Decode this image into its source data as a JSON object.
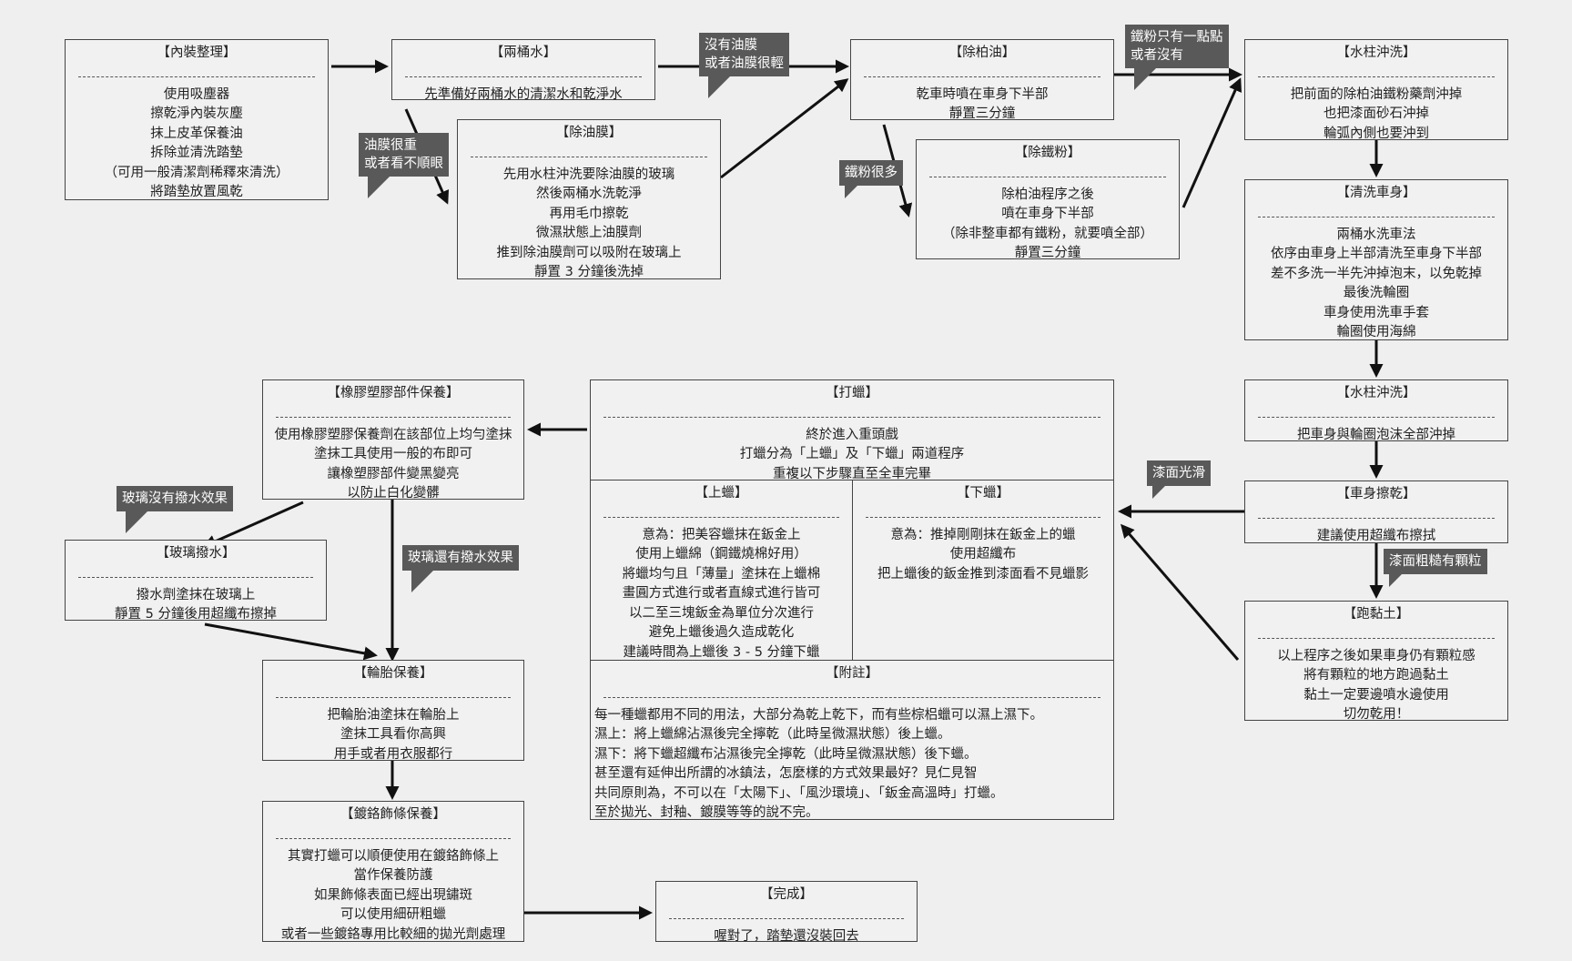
{
  "steps": {
    "interior": {
      "title": "【內裝整理】",
      "lines": [
        "使用吸塵器",
        "擦乾淨內裝灰塵",
        "抹上皮革保養油",
        "拆除並清洗踏墊",
        "（可用一般清潔劑稀釋來清洗）",
        "將踏墊放置風乾"
      ]
    },
    "two_buckets": {
      "title": "【兩桶水】",
      "lines": [
        "先準備好兩桶水的清潔水和乾淨水"
      ]
    },
    "oil_film": {
      "title": "【除油膜】",
      "lines": [
        "先用水柱沖洗要除油膜的玻璃",
        "然後兩桶水洗乾淨",
        "再用毛巾擦乾",
        "微濕狀態上油膜劑",
        "推到除油膜劑可以吸附在玻璃上",
        "靜置 3 分鐘後洗掉"
      ]
    },
    "tar": {
      "title": "【除柏油】",
      "lines": [
        "乾車時噴在車身下半部",
        "靜置三分鐘"
      ]
    },
    "iron": {
      "title": "【除鐵粉】",
      "lines": [
        "除柏油程序之後",
        "噴在車身下半部",
        "（除非整車都有鐵粉，就要噴全部）",
        "靜置三分鐘"
      ]
    },
    "rinse1": {
      "title": "【水柱沖洗】",
      "lines": [
        "把前面的除柏油鐵粉藥劑沖掉",
        "也把漆面砂石沖掉",
        "輪弧內側也要沖到"
      ]
    },
    "wash": {
      "title": "【清洗車身】",
      "lines": [
        "兩桶水洗車法",
        "依序由車身上半部清洗至車身下半部",
        "差不多洗一半先沖掉泡末，以免乾掉",
        "最後洗輪圈",
        "車身使用洗車手套",
        "輪圈使用海綿"
      ]
    },
    "rinse2": {
      "title": "【水柱沖洗】",
      "lines": [
        "把車身與輪圈泡沫全部沖掉"
      ]
    },
    "dry": {
      "title": "【車身擦乾】",
      "lines": [
        "建議使用超纖布擦拭"
      ]
    },
    "clay": {
      "title": "【跑黏土】",
      "lines": [
        "以上程序之後如果車身仍有顆粒感",
        "將有顆粒的地方跑過黏土",
        "黏土一定要邊噴水邊使用",
        "切勿乾用！"
      ]
    },
    "wax": {
      "title": "【打蠟】",
      "lines": [
        "終於進入重頭戲",
        "打蠟分為「上蠟」及「下蠟」兩道程序",
        "重複以下步驟直至全車完畢"
      ]
    },
    "wax_on": {
      "title": "【上蠟】",
      "lines": [
        "意為：把美容蠟抹在鈑金上",
        "使用上蠟綿（鋼鐵燒棉好用）",
        "將蠟均勻且「薄量」塗抹在上蠟棉",
        "畫圓方式進行或者直線式進行皆可",
        "以二至三塊鈑金為單位分次進行",
        "避免上蠟後過久造成乾化",
        "建議時間為上蠟後 3 - 5 分鐘下蠟"
      ]
    },
    "wax_off": {
      "title": "【下蠟】",
      "lines": [
        "意為：推掉剛剛抹在鈑金上的蠟",
        "使用超纖布",
        "把上蠟後的鈑金推到漆面看不見蠟影"
      ]
    },
    "notes": {
      "title": "【附註】",
      "lines": [
        "每一種蠟都用不同的用法，大部分為乾上乾下，而有些棕梠蠟可以濕上濕下。",
        "濕上：將上蠟綿沾濕後完全擰乾（此時呈微濕狀態）後上蠟。",
        "濕下：將下蠟超纖布沾濕後完全擰乾（此時呈微濕狀態）後下蠟。",
        "甚至還有延伸出所謂的冰鎮法，怎麼樣的方式效果最好？見仁見智",
        "共同原則為，不可以在「太陽下」、「風沙環境」、「鈑金高溫時」打蠟。",
        "至於拋光、封釉、鍍膜等等的說不完。"
      ]
    },
    "rubber": {
      "title": "【橡膠塑膠部件保養】",
      "lines": [
        "使用橡膠塑膠保養劑在該部位上均勻塗抹",
        "塗抹工具使用一般的布即可",
        "讓橡塑膠部件變黑變亮",
        "以防止白化變髒"
      ]
    },
    "glass": {
      "title": "【玻璃撥水】",
      "lines": [
        "撥水劑塗抹在玻璃上",
        "靜置 5 分鐘後用超纖布擦掉"
      ]
    },
    "tire": {
      "title": "【輪胎保養】",
      "lines": [
        "把輪胎油塗抹在輪胎上",
        "塗抹工具看你高興",
        "用手或者用衣服都行"
      ]
    },
    "chrome": {
      "title": "【鍍鉻飾條保養】",
      "lines": [
        "其實打蠟可以順便使用在鍍鉻飾條上",
        "當作保養防護",
        "如果飾條表面已經出現鏽斑",
        "可以使用細研粗蠟",
        "或者一些鍍鉻專用比較細的拋光劑處理"
      ]
    },
    "done": {
      "title": "【完成】",
      "lines": [
        "喔對了，踏墊還沒裝回去"
      ]
    }
  },
  "callouts": {
    "no_oil": [
      "沒有油膜",
      "或者油膜很輕"
    ],
    "heavy_oil": [
      "油膜很重",
      "或者看不順眼"
    ],
    "little_iron": [
      "鐵粉只有一點點",
      "或者沒有"
    ],
    "much_iron": [
      "鐵粉很多"
    ],
    "smooth": [
      "漆面光滑"
    ],
    "rough": [
      "漆面粗糙有顆粒"
    ],
    "no_repel": [
      "玻璃沒有撥水效果"
    ],
    "has_repel": [
      "玻璃還有撥水效果"
    ]
  }
}
